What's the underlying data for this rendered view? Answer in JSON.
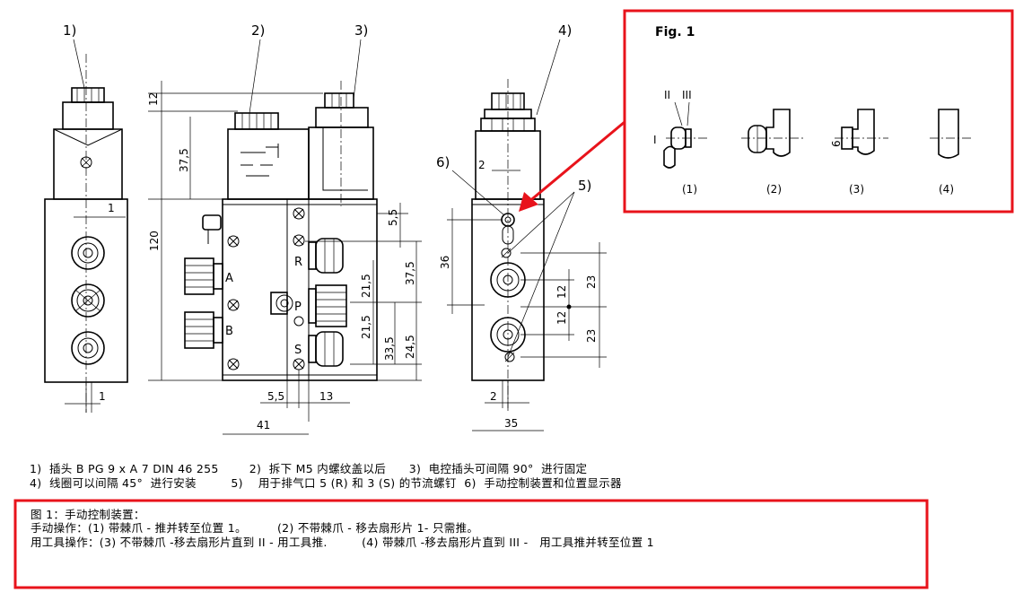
{
  "callouts": {
    "c1": "1)",
    "c2": "2)",
    "c3": "3)",
    "c4": "4)",
    "c5": "5)",
    "c6": "6)"
  },
  "dimensions": {
    "d12": "12",
    "d37_5a": "37,5",
    "d120": "120",
    "d5_5a": "5,5",
    "d37_5b": "37,5",
    "d21_5a": "21,5",
    "d21_5b": "21,5",
    "d33_5": "33,5",
    "d24_5": "24,5",
    "d5_5b": "5,5",
    "d13": "13",
    "d41": "41",
    "d1a": "1",
    "d1b": "1",
    "d2a": "2",
    "d36": "36",
    "d23a": "23",
    "d12b": "12",
    "d12c": "12",
    "d23b": "23",
    "d2b": "2",
    "d35": "35"
  },
  "ports": {
    "R": "R",
    "P": "P",
    "S": "S",
    "A": "A",
    "B": "B"
  },
  "fig1": {
    "title": "Fig. 1",
    "positions": [
      "I",
      "II",
      "III"
    ],
    "small_dim": "6",
    "captions": [
      "(1)",
      "(2)",
      "(3)",
      "(4)"
    ]
  },
  "notes": {
    "line1": "1)  插头 B PG 9 x A 7 DIN 46 255        2)  拆下 M5 内螺纹盖以后      3)  电控插头可间隔 90°  进行固定",
    "line2": "4)  线圈可以间隔 45°  进行安装         5)    用于排气口 5 (R) 和 3 (S) 的节流螺钉  6)  手动控制装置和位置显示器"
  },
  "manual_box": {
    "line1": "图 1：手动控制装置：",
    "line2": "手动操作：(1) 带棘爪 - 推并转至位置 1。        (2) 不带棘爪 - 移去扇形片 1- 只需推。",
    "line3": "用工具操作：(3) 不带棘爪 -移去扇形片直到 II - 用工具推.         (4) 带棘爪 -移去扇形片直到 III -   用工具推并转至位置 1"
  },
  "colors": {
    "highlight": "#e8131b",
    "line": "#000000"
  }
}
